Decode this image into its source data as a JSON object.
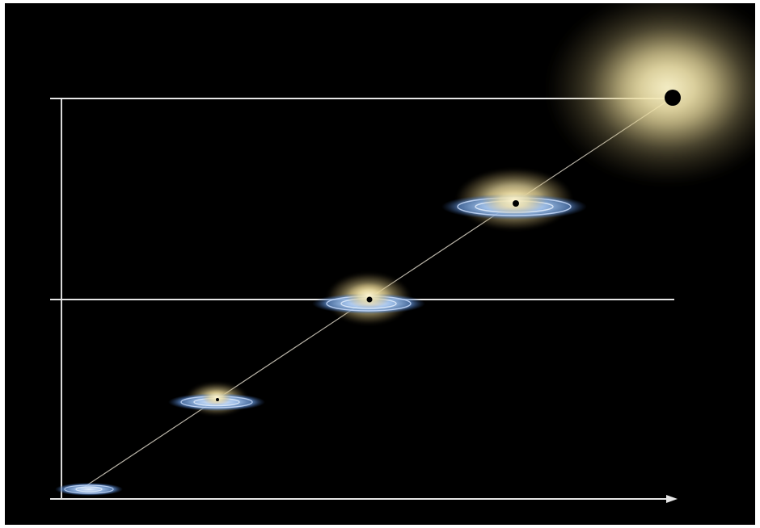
{
  "diagram": {
    "axes": {
      "vertical": true,
      "horizontal_arrow": true,
      "reference_lines": 2
    },
    "galaxies": [
      {
        "stage": 1,
        "has_bulge": false,
        "central_black_hole": false
      },
      {
        "stage": 2,
        "has_bulge": true,
        "central_black_hole": true
      },
      {
        "stage": 3,
        "has_bulge": true,
        "central_black_hole": true
      },
      {
        "stage": 4,
        "has_bulge": true,
        "central_black_hole": true
      },
      {
        "stage": 5,
        "has_bulge": true,
        "central_black_hole": true,
        "type": "elliptical"
      }
    ],
    "colors": {
      "background": "#000000",
      "lines": "#e6e6e6",
      "disk": "#8fb4e6",
      "bulge": "#f3e9b8",
      "black_hole": "#000000"
    }
  }
}
